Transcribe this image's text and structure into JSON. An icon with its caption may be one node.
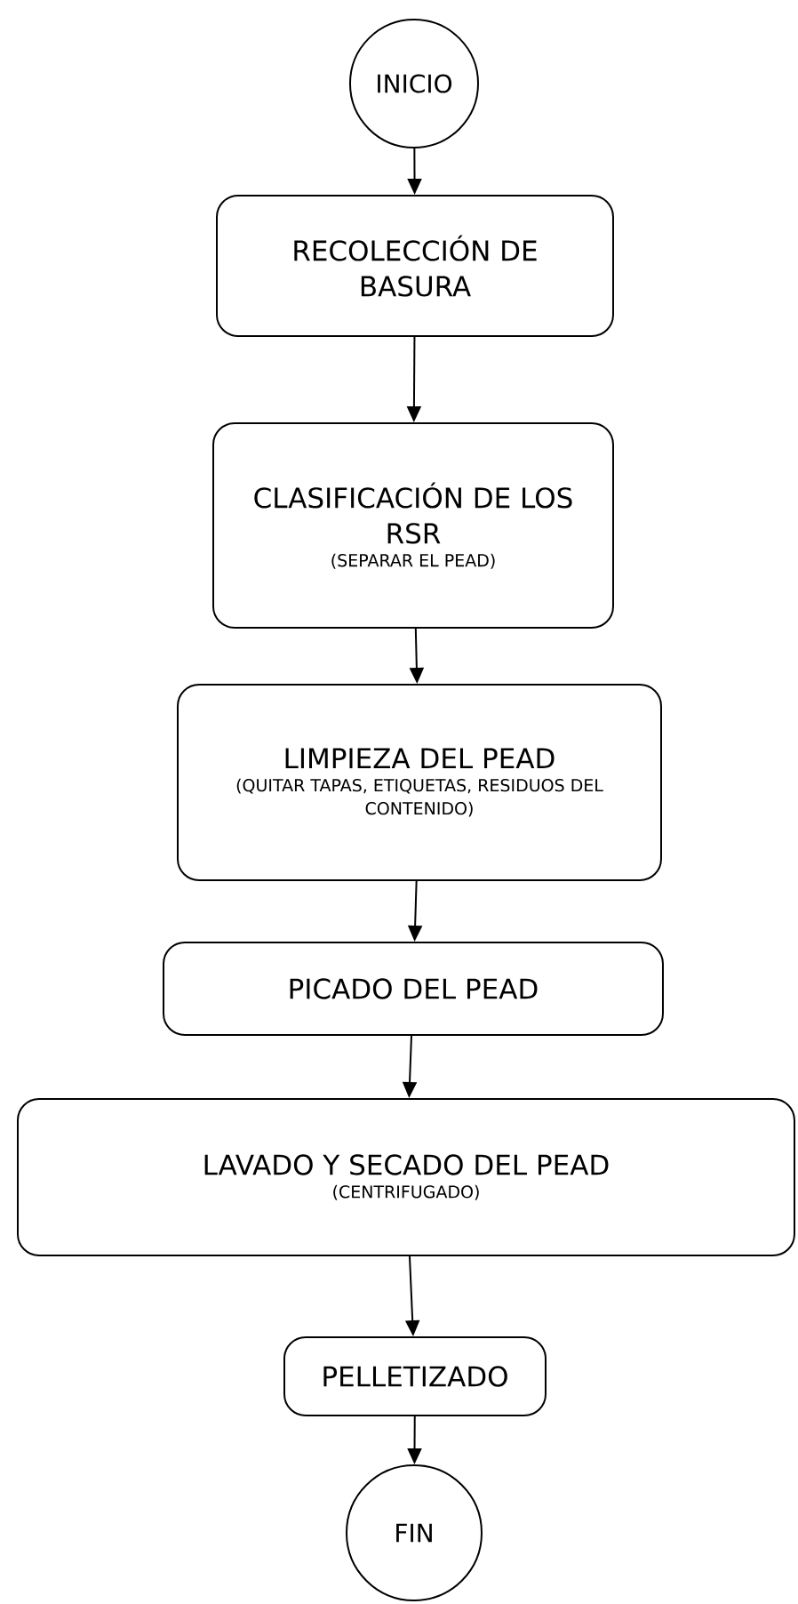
{
  "diagram": {
    "nodes": [
      {
        "text": [
          "INICIO"
        ]
      },
      {
        "text": [
          "RECOLECCIÓN DE BASURA"
        ]
      },
      {
        "text": [
          "CLASIFICACIÓN DE LOS RSR",
          "(SEPARAR EL PEAD)"
        ]
      },
      {
        "text": [
          "LIMPIEZA DEL PEAD",
          "(QUITAR TAPAS, ETIQUETAS, RESIDUOS DEL CONTENIDO)"
        ]
      },
      {
        "text": [
          "PICADO DEL PEAD"
        ]
      },
      {
        "text": [
          "LAVADO Y SECADO DEL PEAD",
          "(CENTRIFUGADO)"
        ]
      },
      {
        "text": [
          "PELLETIZADO"
        ]
      },
      {
        "text": [
          "FIN"
        ]
      }
    ],
    "edges": [
      {
        "from": 0,
        "to": 1,
        "arrow": "to"
      },
      {
        "from": 1,
        "to": 2,
        "arrow": "to"
      },
      {
        "from": 2,
        "to": 3,
        "arrow": "to"
      },
      {
        "from": 3,
        "to": 4,
        "arrow": "to"
      },
      {
        "from": 4,
        "to": 5,
        "arrow": "to"
      },
      {
        "from": 5,
        "to": 6,
        "arrow": "to"
      },
      {
        "from": 6,
        "to": 7,
        "arrow": "to"
      }
    ]
  }
}
